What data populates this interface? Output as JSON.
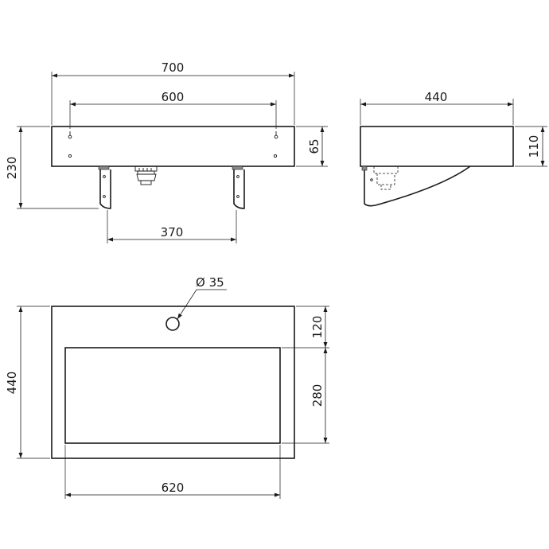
{
  "front_view": {
    "width_overall": "700",
    "hole_spacing": "600",
    "front_height": "65",
    "total_height": "230",
    "bracket_spacing": "370"
  },
  "side_view": {
    "depth": "440",
    "height": "110"
  },
  "top_view": {
    "tap_hole": "Ø 35",
    "back_margin": "120",
    "bowl_depth": "280",
    "depth": "440",
    "bowl_width": "620"
  }
}
